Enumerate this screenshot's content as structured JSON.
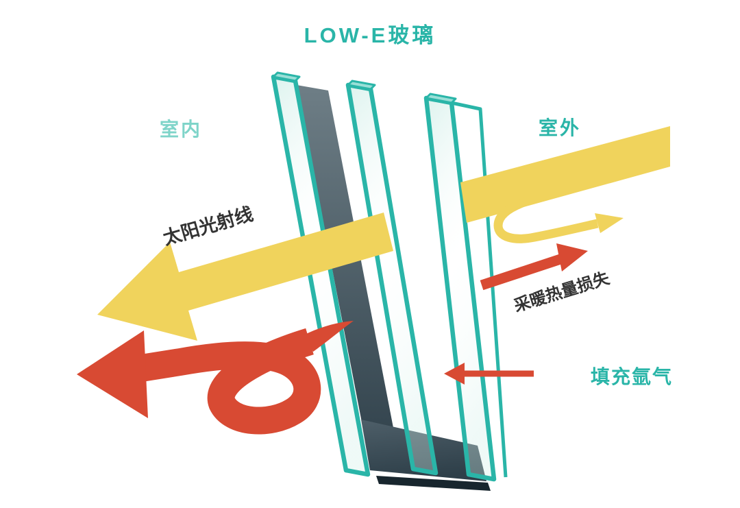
{
  "title": "LOW-E玻璃",
  "labels": {
    "indoor": "室内",
    "outdoor": "室外",
    "solar": "太阳光射线",
    "heat_loss": "采暖热量损失",
    "argon": "填充氩气"
  },
  "colors": {
    "teal": "#2ab5a8",
    "light_teal": "#7fd4c9",
    "yellow": "#f0d35c",
    "red": "#d84a33",
    "frame_light": "#6e7e86",
    "frame_dark": "#2e3f49",
    "frame_base": "#18262e",
    "text_dark": "#333333"
  },
  "diagram": {
    "type": "low-e-insulated-glazing-cross-section",
    "pane_count": 3,
    "arrows": [
      {
        "name": "solar-incoming",
        "color": "yellow",
        "from": "outdoor upper right",
        "to": "glass"
      },
      {
        "name": "solar-reflected-hook",
        "color": "yellow",
        "from": "glass",
        "to": "outdoor right"
      },
      {
        "name": "solar-transmitted",
        "color": "yellow",
        "from": "glass",
        "to": "indoor lower left"
      },
      {
        "name": "indoor-heat-reflected-ribbon",
        "color": "red",
        "from": "glass",
        "to": "indoor left"
      },
      {
        "name": "heating-heat-loss",
        "color": "red",
        "from": "glass",
        "to": "outdoor upper right"
      },
      {
        "name": "argon-fill-pointer",
        "color": "red",
        "from": "label",
        "to": "gap between panes"
      }
    ]
  }
}
